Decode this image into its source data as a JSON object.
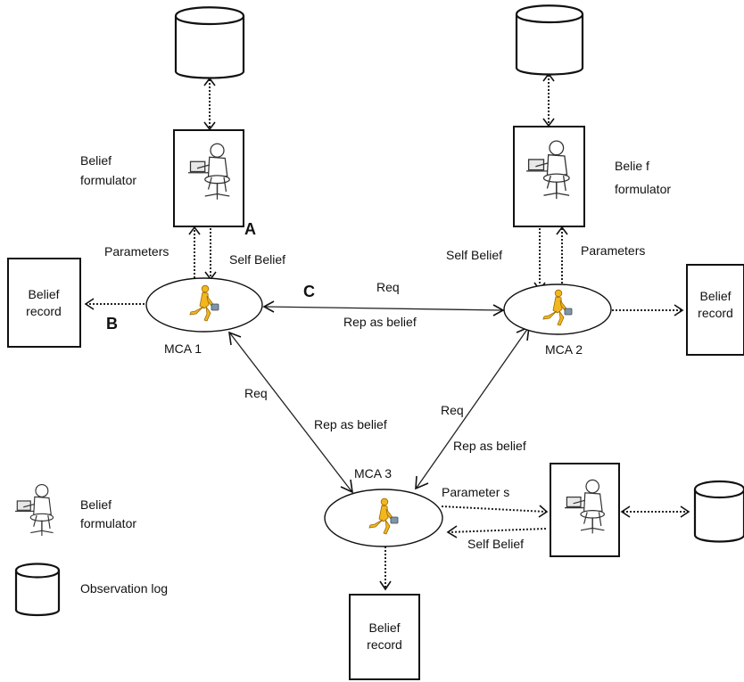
{
  "labels": {
    "a": "A",
    "b": "B",
    "c": "C",
    "belief_formulator_1_l1": "Belief",
    "belief_formulator_1_l2": "formulator",
    "belief_formulator_2_l1": "Belie f",
    "belief_formulator_2_l2": "formulator",
    "parameters_1": "Parameters",
    "self_belief_1": "Self Belief",
    "self_belief_2": "Self Belief",
    "parameters_2": "Parameters",
    "req_c": "Req",
    "rep_as_belief_c": "Rep as belief",
    "belief_record_1_l1": "Belief",
    "belief_record_1_l2": "record",
    "belief_record_2_l1": "Belief",
    "belief_record_2_l2": "record",
    "belief_record_3_l1": "Belief",
    "belief_record_3_l2": "record",
    "mca1": "MCA 1",
    "mca2": "MCA 2",
    "mca3": "MCA 3",
    "req_13": "Req",
    "rep_as_belief_13": "Rep as belief",
    "req_23": "Req",
    "rep_as_belief_23": "Rep as belief",
    "parameters_3": "Parameter s",
    "self_belief_3": "Self Belief"
  },
  "legend": {
    "formulator_l1": "Belief",
    "formulator_l2": "formulator",
    "observation_log": "Observation log"
  },
  "colors": {
    "agent_fill": "#F2B71D",
    "agent_stroke": "#9A6A06"
  }
}
